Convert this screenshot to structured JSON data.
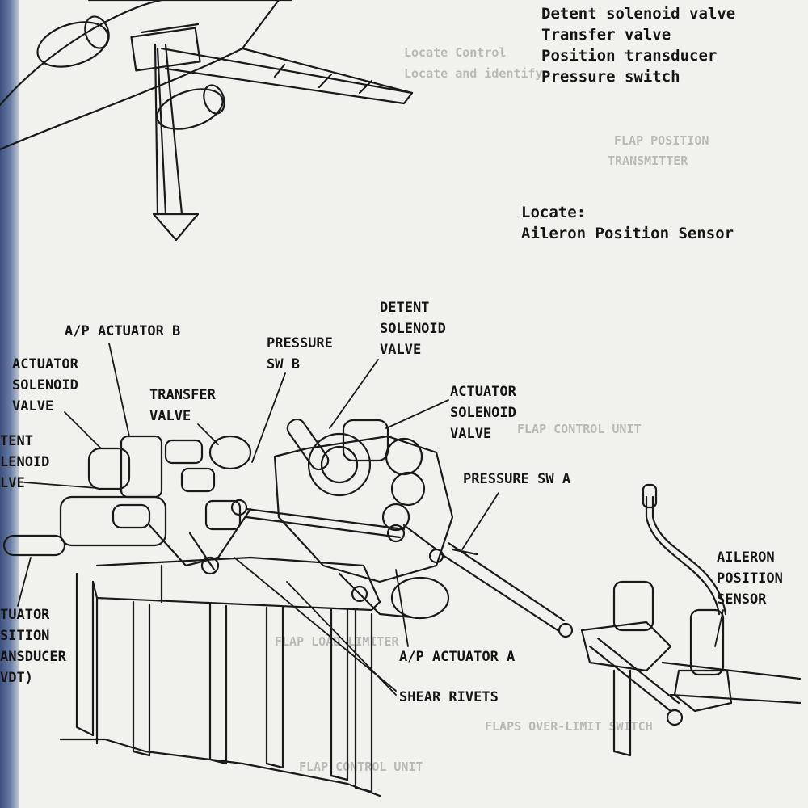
{
  "top_list": {
    "items": [
      "Detent solenoid valve",
      "Transfer valve",
      "Position transducer",
      "Pressure switch"
    ]
  },
  "locate_block": {
    "heading": "Locate:",
    "item": "Aileron Position Sensor"
  },
  "labels": {
    "ap_actuator_b": "A/P ACTUATOR B",
    "actuator_solenoid_valve_left": [
      "ACTUATOR",
      "SOLENOID",
      "VALVE"
    ],
    "detent_solenoid_valve_left": [
      "TENT",
      "LENOID",
      "LVE"
    ],
    "transfer_valve": [
      "TRANSFER",
      "VALVE"
    ],
    "pressure_sw_b": [
      "PRESSURE",
      "SW B"
    ],
    "detent_solenoid_valve_top": [
      "DETENT",
      "SOLENOID",
      "VALVE"
    ],
    "actuator_solenoid_valve_right": [
      "ACTUATOR",
      "SOLENOID",
      "VALVE"
    ],
    "pressure_sw_a": "PRESSURE SW A",
    "aileron_position_sensor": [
      "AILERON",
      "POSITION",
      "SENSOR"
    ],
    "actuator_position_transducer": [
      "TUATOR",
      "SITION",
      "ANSDUCER",
      "VDT)"
    ],
    "ap_actuator_a": "A/P ACTUATOR A",
    "shear_rivets": "SHEAR RIVETS"
  },
  "show_through": {
    "lines": [
      "Locate Control",
      "Locate and identify",
      "FLAP POSITION",
      "TRANSMITTER",
      "FLAP CONTROL UNIT",
      "FLAP LOAD LIMITER",
      "FLAPS OVER-LIMIT SWITCH",
      "FLAP CONTROL UNIT"
    ]
  }
}
